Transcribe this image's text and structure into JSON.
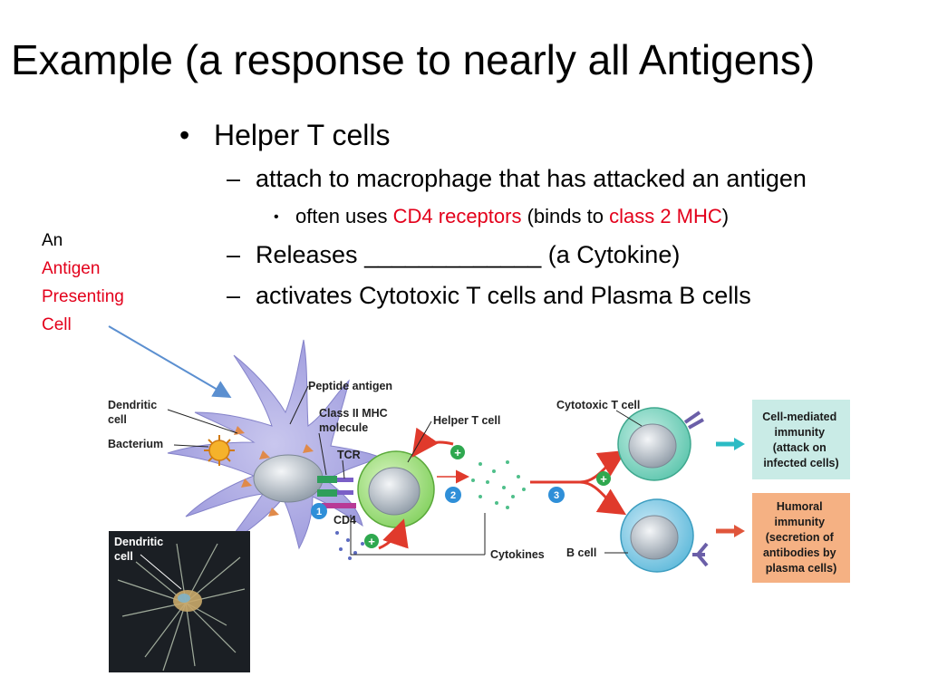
{
  "title": "Example (a response to nearly all Antigens)",
  "bullets": {
    "level1": "Helper T cells",
    "attach": "attach to macrophage that has attacked an antigen",
    "often_pre": "often uses ",
    "cd4": "CD4 receptors",
    "binds_pre": " (binds to ",
    "mhc": "class 2 MHC",
    "binds_post": ")",
    "releases": "Releases _____________ (a Cytokine)",
    "activates": "activates Cytotoxic T cells and Plasma B cells"
  },
  "apc_label": {
    "line1": "An",
    "line2": "Antigen",
    "line3": "Presenting",
    "line4": "Cell"
  },
  "figure": {
    "dendritic_cell": "Dendritic",
    "dendritic_cell_2": "cell",
    "bacterium": "Bacterium",
    "peptide_antigen": "Peptide antigen",
    "class2_line1": "Class II MHC",
    "class2_line2": "molecule",
    "tcr": "TCR",
    "cd4": "CD4",
    "helper_t": "Helper T cell",
    "cytotoxic_t": "Cytotoxic T cell",
    "cytokines": "Cytokines",
    "b_cell": "B cell",
    "photo_line1": "Dendritic",
    "photo_line2": "cell",
    "cell_mediated": [
      "Cell-mediated",
      "immunity",
      "(attack on",
      "infected cells)"
    ],
    "humoral": [
      "Humoral",
      "immunity",
      "(secretion of",
      "antibodies by",
      "plasma cells)"
    ],
    "step1": "1",
    "step2": "2",
    "step3": "3",
    "plus": "+"
  },
  "colors": {
    "red_text": "#e3001b",
    "cell_mediated_box": "#c9ebe6",
    "humoral_box": "#f5b183",
    "step_circle": "#2f8fd8",
    "plus_circle": "#2fa84f"
  }
}
